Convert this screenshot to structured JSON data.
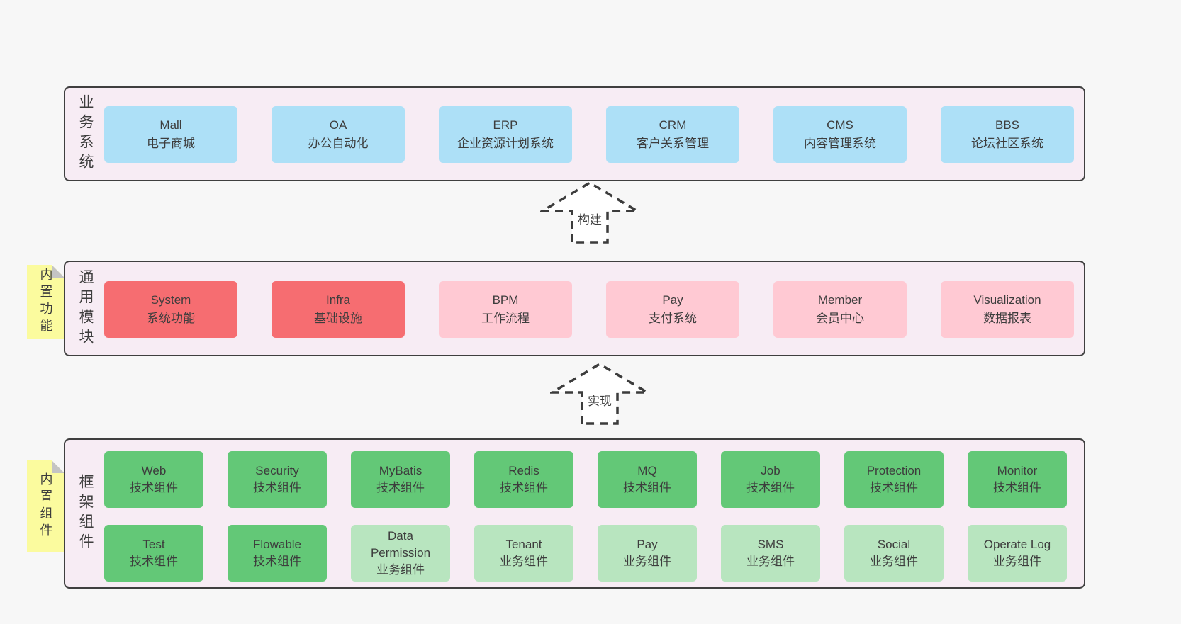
{
  "colors": {
    "page_bg": "#f7f7f7",
    "panel_bg": "#f7ecf4",
    "panel_border": "#3f3f3f",
    "text": "#3d3d3d",
    "blue": "#ade0f7",
    "red": "#f66d71",
    "pink": "#ffc9d3",
    "green": "#63c877",
    "light_green": "#b8e5bf",
    "yellow": "#fbfb9e",
    "fold_gray": "#c4c4c4",
    "arrow": "#3c3c3c"
  },
  "diagram": {
    "arrows": [
      {
        "label": "构建"
      },
      {
        "label": "实现"
      }
    ],
    "layers": [
      {
        "title": "业务系统",
        "boxes": [
          {
            "name": "Mall",
            "subtitle": "电子商城",
            "color": "blue"
          },
          {
            "name": "OA",
            "subtitle": "办公自动化",
            "color": "blue"
          },
          {
            "name": "ERP",
            "subtitle": "企业资源计划系统",
            "color": "blue"
          },
          {
            "name": "CRM",
            "subtitle": "客户关系管理",
            "color": "blue"
          },
          {
            "name": "CMS",
            "subtitle": "内容管理系统",
            "color": "blue"
          },
          {
            "name": "BBS",
            "subtitle": "论坛社区系统",
            "color": "blue"
          }
        ]
      },
      {
        "title": "通用模块",
        "note": "内置功能",
        "boxes": [
          {
            "name": "System",
            "subtitle": "系统功能",
            "color": "red"
          },
          {
            "name": "Infra",
            "subtitle": "基础设施",
            "color": "red"
          },
          {
            "name": "BPM",
            "subtitle": "工作流程",
            "color": "pink"
          },
          {
            "name": "Pay",
            "subtitle": "支付系统",
            "color": "pink"
          },
          {
            "name": "Member",
            "subtitle": "会员中心",
            "color": "pink"
          },
          {
            "name": "Visualization",
            "subtitle": "数据报表",
            "color": "pink"
          }
        ]
      },
      {
        "title": "框架组件",
        "note": "内置组件",
        "boxes": [
          {
            "name": "Web",
            "subtitle": "技术组件",
            "color": "green"
          },
          {
            "name": "Security",
            "subtitle": "技术组件",
            "color": "green"
          },
          {
            "name": "MyBatis",
            "subtitle": "技术组件",
            "color": "green"
          },
          {
            "name": "Redis",
            "subtitle": "技术组件",
            "color": "green"
          },
          {
            "name": "MQ",
            "subtitle": "技术组件",
            "color": "green"
          },
          {
            "name": "Job",
            "subtitle": "技术组件",
            "color": "green"
          },
          {
            "name": "Protection",
            "subtitle": "技术组件",
            "color": "green"
          },
          {
            "name": "Monitor",
            "subtitle": "技术组件",
            "color": "green"
          },
          {
            "name": "Test",
            "subtitle": "技术组件",
            "color": "green"
          },
          {
            "name": "Flowable",
            "subtitle": "技术组件",
            "color": "green"
          },
          {
            "name": "Data Permission",
            "subtitle": "业务组件",
            "color": "light_green"
          },
          {
            "name": "Tenant",
            "subtitle": "业务组件",
            "color": "light_green"
          },
          {
            "name": "Pay",
            "subtitle": "业务组件",
            "color": "light_green"
          },
          {
            "name": "SMS",
            "subtitle": "业务组件",
            "color": "light_green"
          },
          {
            "name": "Social",
            "subtitle": "业务组件",
            "color": "light_green"
          },
          {
            "name": "Operate Log",
            "subtitle": "业务组件",
            "color": "light_green"
          }
        ]
      }
    ]
  }
}
